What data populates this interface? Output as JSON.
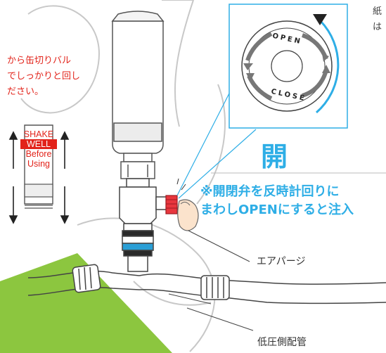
{
  "top_left_note": [
    "から缶切りバル",
    "でしっかりと回し",
    "ださい。"
  ],
  "top_right_note": [
    "紙",
    "は"
  ],
  "can_label": [
    "SHAKE",
    "WELL",
    "Before",
    "Using"
  ],
  "valve_dial": {
    "open_text": "OPEN",
    "close_text": "CLOSE"
  },
  "open_kanji": "開",
  "instruction": [
    "※開閉弁を反時計回りに",
    "まわしOPENにすると注入"
  ],
  "labels": {
    "air_purge": "エアパージ",
    "low_pressure_pipe": "低圧側配管"
  },
  "colors": {
    "accent_blue": "#2eaee6",
    "text_red": "#e2231a",
    "green": "#8cc63f"
  }
}
